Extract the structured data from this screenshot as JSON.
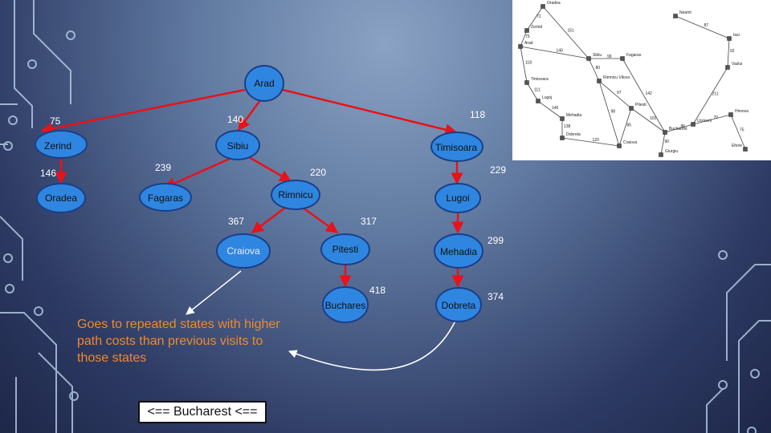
{
  "tree": {
    "nodes": {
      "arad": "Arad",
      "zerind": "Zerind",
      "sibiu": "Sibiu",
      "timisoara": "Timisoara",
      "oradea": "Oradea",
      "fagaras": "Fagaras",
      "rimnicu": "Rimnicu",
      "lugoj": "Lugoi",
      "craiova": "Craiova",
      "pitesti": "Pitesti",
      "mehadia": "Mehadia",
      "bucharest": "Buchares",
      "dobreta": "Dobreta"
    },
    "costs": {
      "arad_zerind": "75",
      "arad_sibiu": "140",
      "arad_timisoara": "118",
      "zerind_oradea": "146",
      "sibiu_fagaras": "239",
      "sibiu_rimnicu": "220",
      "timisoara_lugoj": "229",
      "rimnicu_craiova": "367",
      "rimnicu_pitesti": "317",
      "lugoj_mehadia": "299",
      "pitesti_bucharest": "418",
      "mehadia_dobreta": "374"
    }
  },
  "annotation": {
    "note": "Goes to repeated states with higher path costs than previous visits to those states",
    "bucharest_label": "<== Bucharest <=="
  },
  "map": {
    "cities": [
      "Oradea",
      "Neamt",
      "Zerind",
      "Iasi",
      "Arad",
      "Sibiu",
      "Fagaras",
      "Vaslui",
      "Timisoara",
      "Rimnicu Vilcea",
      "Lugoj",
      "Pitesti",
      "Hirsova",
      "Mehadia",
      "Urziceni",
      "Bucharest",
      "Dobreta",
      "Craiova",
      "Giurgiu",
      "Eforie"
    ],
    "distances": [
      "71",
      "87",
      "75",
      "151",
      "92",
      "140",
      "99",
      "118",
      "80",
      "97",
      "142",
      "211",
      "111",
      "98",
      "70",
      "146",
      "101",
      "86",
      "75",
      "138",
      "85",
      "120",
      "90"
    ]
  },
  "colors": {
    "node_fill": "#2f86e0",
    "node_stroke": "#1a3f8a",
    "edge": "#e8121a",
    "note": "#f08a2a",
    "circuit": "#b8cfe8"
  }
}
